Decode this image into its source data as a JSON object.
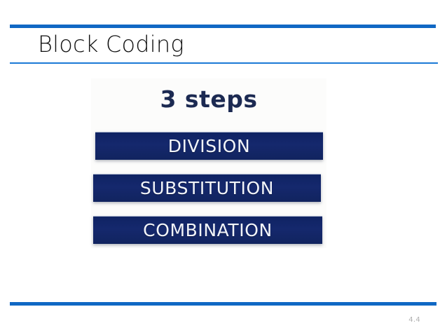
{
  "slide": {
    "title": "Block Coding",
    "page_number": "4.4",
    "accent_color": "#1068c4",
    "rule_thin_color": "#1b7ad6",
    "title_color": "#111111",
    "page_number_color": "#b0b0b0",
    "background_color": "#ffffff"
  },
  "picture": {
    "background_color": "#fcfcfb",
    "heading": "3 steps",
    "heading_color": "#1c2a52",
    "bar_color": "#15286d",
    "bar_label_color": "#f2f5fa",
    "bars": [
      {
        "label": "DIVISION"
      },
      {
        "label": "SUBSTITUTION"
      },
      {
        "label": "COMBINATION"
      }
    ]
  }
}
